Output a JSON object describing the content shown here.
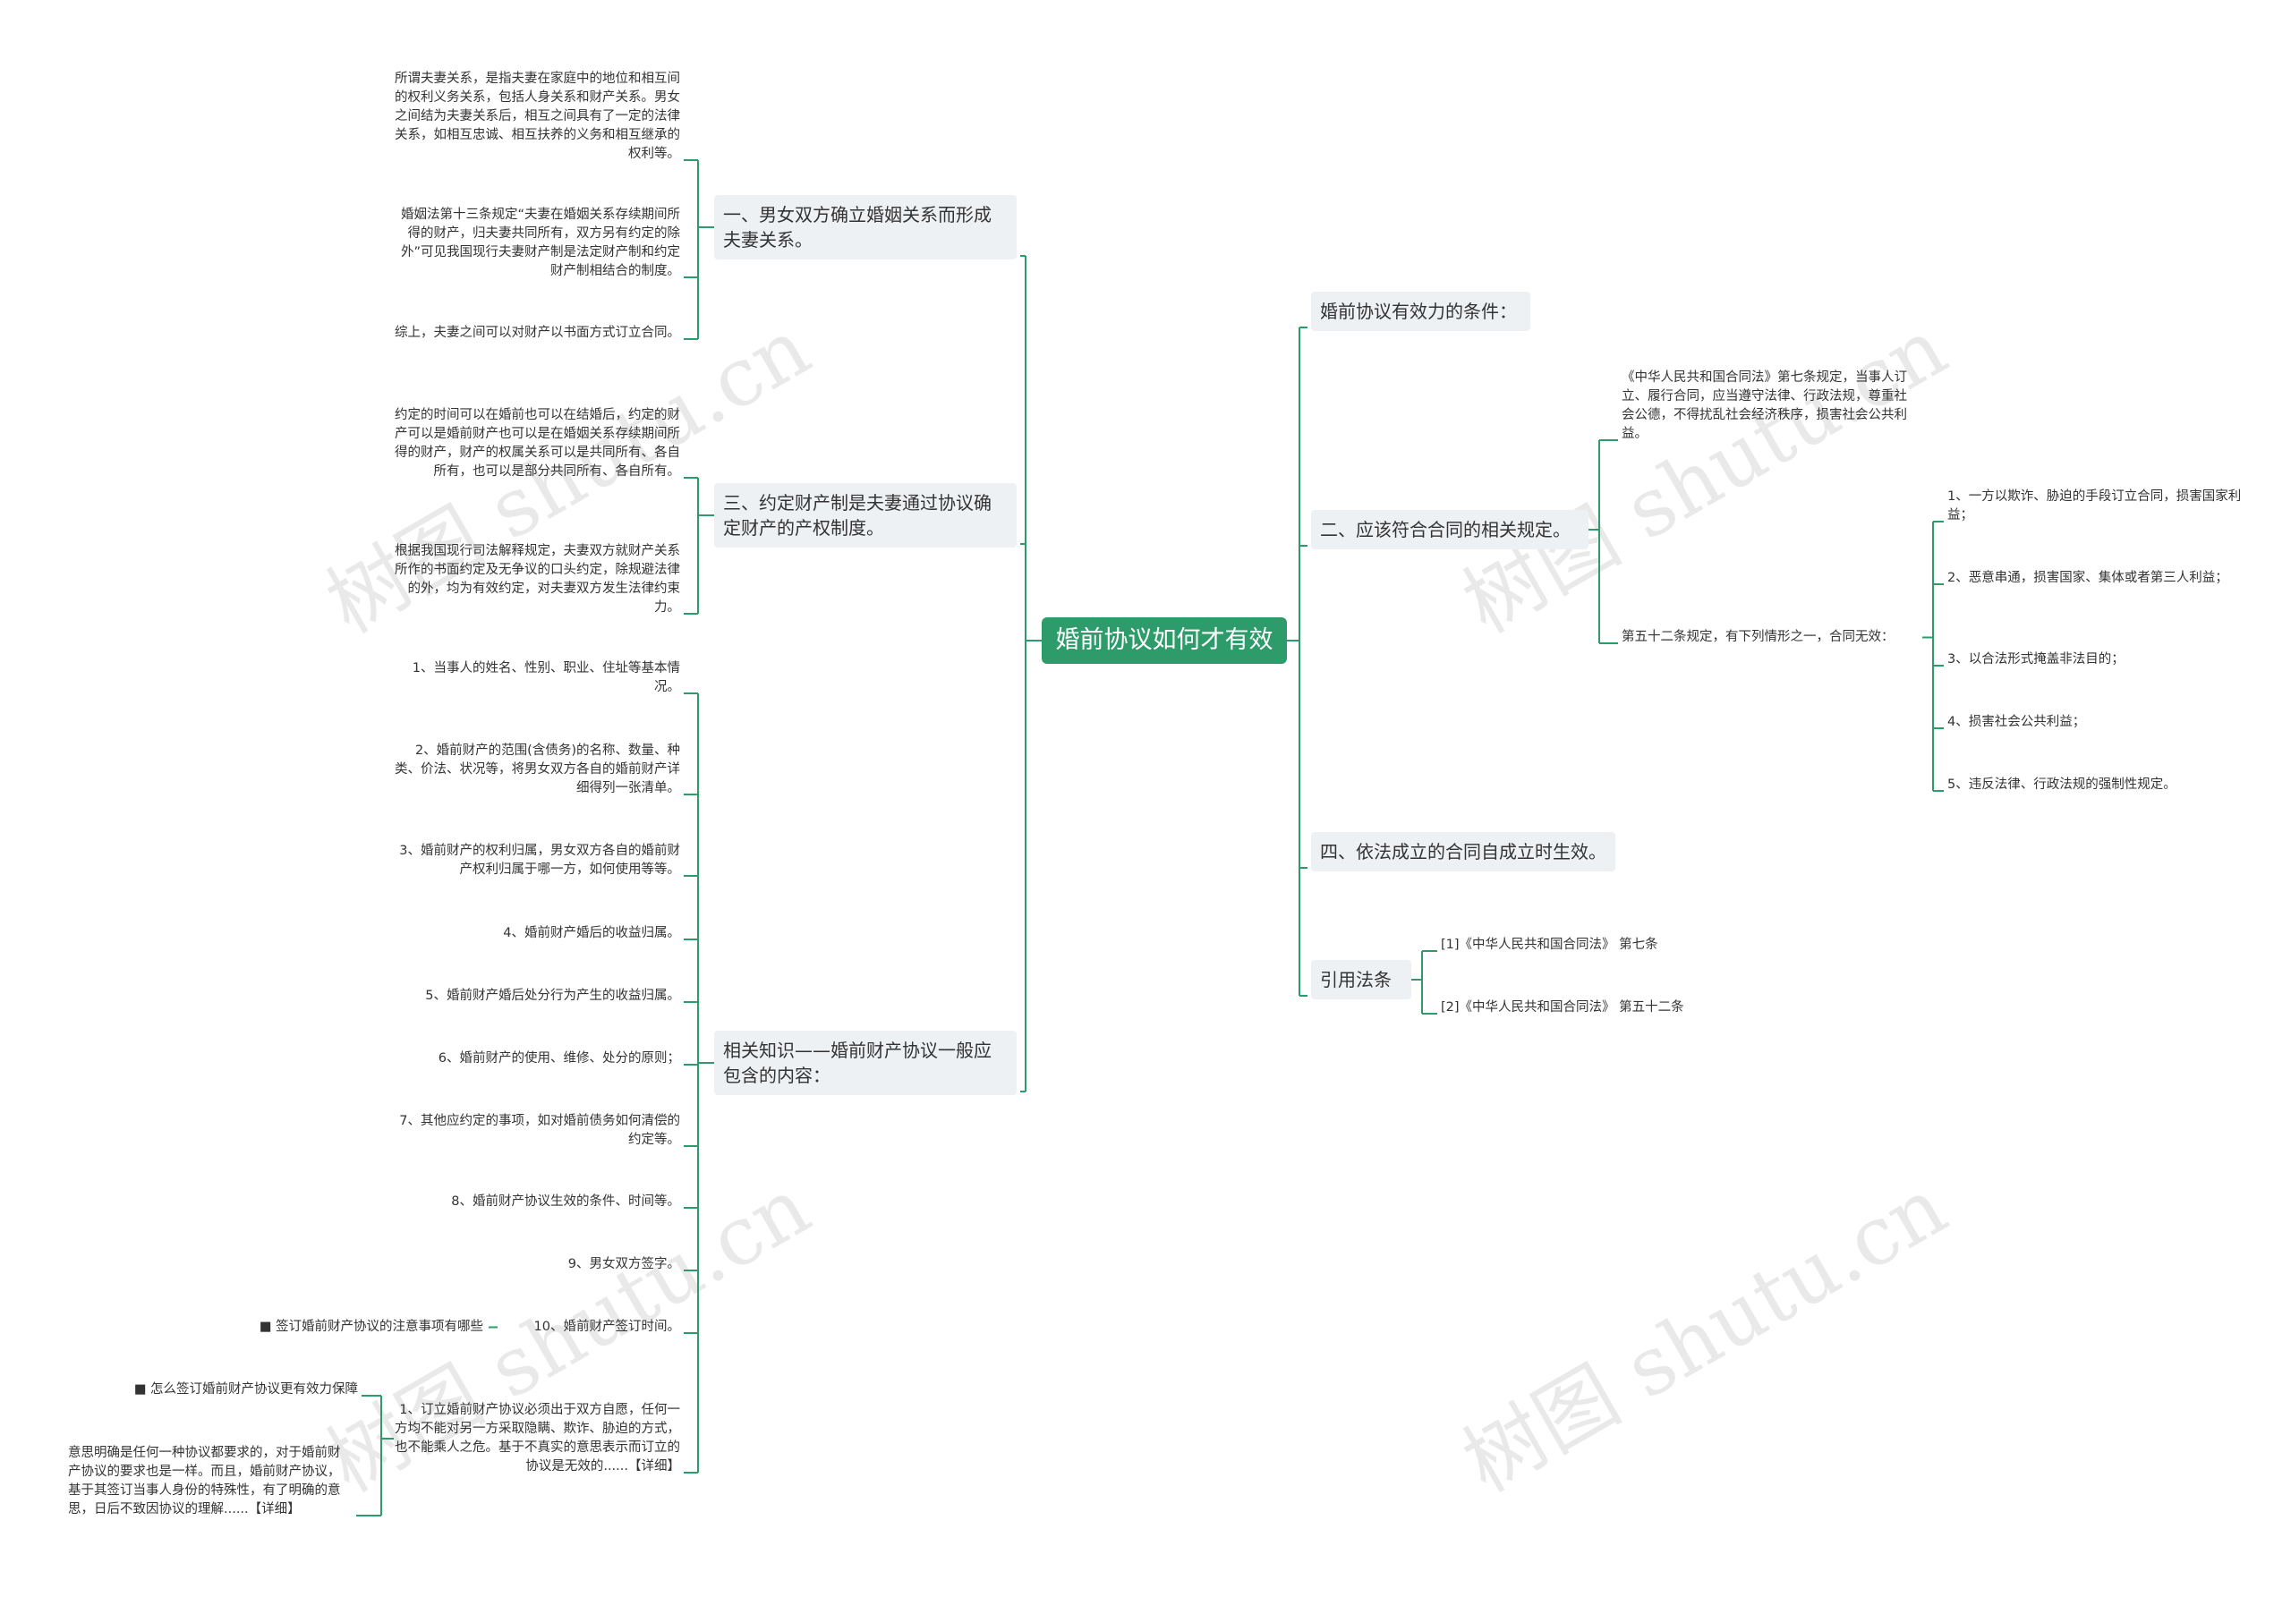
{
  "root": "婚前协议如何才有效",
  "left": {
    "b1": {
      "label": "一、男女双方确立婚姻关系而形成夫妻关系。",
      "leaves": [
        "所谓夫妻关系，是指夫妻在家庭中的地位和相互间的权利义务关系，包括人身关系和财产关系。男女之间结为夫妻关系后，相互之间具有了一定的法律关系，如相互忠诚、相互扶养的义务和相互继承的权利等。",
        "婚姻法第十三条规定“夫妻在婚姻关系存续期间所得的财产，归夫妻共同所有，双方另有约定的除外”可见我国现行夫妻财产制是法定财产制和约定财产制相结合的制度。",
        "综上，夫妻之间可以对财产以书面方式订立合同。"
      ]
    },
    "b2": {
      "label": "三、约定财产制是夫妻通过协议确定财产的产权制度。",
      "leaves": [
        "约定的时间可以在婚前也可以在结婚后，约定的财产可以是婚前财产也可以是在婚姻关系存续期间所得的财产，财产的权属关系可以是共同所有、各自所有，也可以是部分共同所有、各自所有。",
        "根据我国现行司法解释规定，夫妻双方就财产关系所作的书面约定及无争议的口头约定，除规避法律的外，均为有效约定，对夫妻双方发生法律约束力。"
      ]
    },
    "b3": {
      "label": "相关知识——婚前财产协议一般应包含的内容：",
      "leaves": [
        "1、当事人的姓名、性别、职业、住址等基本情况。",
        "2、婚前财产的范围(含债务)的名称、数量、种类、价法、状况等，将男女双方各自的婚前财产详细得列一张清单。",
        "3、婚前财产的权利归属，男女双方各自的婚前财产权利归属于哪一方，如何使用等等。",
        "4、婚前财产婚后的收益归属。",
        "5、婚前财产婚后处分行为产生的收益归属。",
        "6、婚前财产的使用、维修、处分的原则；",
        "7、其他应约定的事项，如对婚前债务如何清偿的约定等。",
        "8、婚前财产协议生效的条件、时间等。",
        "9、男女双方签字。",
        "10、婚前财产签订时间。",
        "1、订立婚前财产协议必须出于双方自愿，任何一方均不能对另一方采取隐瞒、欺诈、胁迫的方式，也不能乘人之危。基于不真实的意思表示而订立的协议是无效的......【详细】"
      ],
      "sub10": "■ 签订婚前财产协议的注意事项有哪些",
      "sub11a": "■ 怎么签订婚前财产协议更有效力保障",
      "sub11b": "意思明确是任何一种协议都要求的，对于婚前财产协议的要求也是一样。而且，婚前财产协议，基于其签订当事人身份的特殊性，有了明确的意思，日后不致因协议的理解......【详细】"
    }
  },
  "right": {
    "r1": {
      "label": "婚前协议有效力的条件："
    },
    "r2": {
      "label": "二、应该符合合同的相关规定。",
      "c1": "《中华人民共和国合同法》第七条规定，当事人订立、履行合同，应当遵守法律、行政法规，尊重社会公德，不得扰乱社会经济秩序，损害社会公共利益。",
      "c2": "第五十二条规定，有下列情形之一，合同无效：",
      "items": [
        "1、一方以欺诈、胁迫的手段订立合同，损害国家利益；",
        "2、恶意串通，损害国家、集体或者第三人利益；",
        "3、以合法形式掩盖非法目的；",
        "4、损害社会公共利益；",
        "5、违反法律、行政法规的强制性规定。"
      ]
    },
    "r3": {
      "label": "四、依法成立的合同自成立时生效。"
    },
    "r4": {
      "label": "引用法条",
      "items": [
        "[1]《中华人民共和国合同法》 第七条",
        "[2]《中华人民共和国合同法》 第五十二条"
      ]
    }
  },
  "watermark": "树图 shutu.cn",
  "colors": {
    "root": "#2e9c6a",
    "line": "#2e9c6a",
    "branch_bg": "#eef1f4"
  }
}
